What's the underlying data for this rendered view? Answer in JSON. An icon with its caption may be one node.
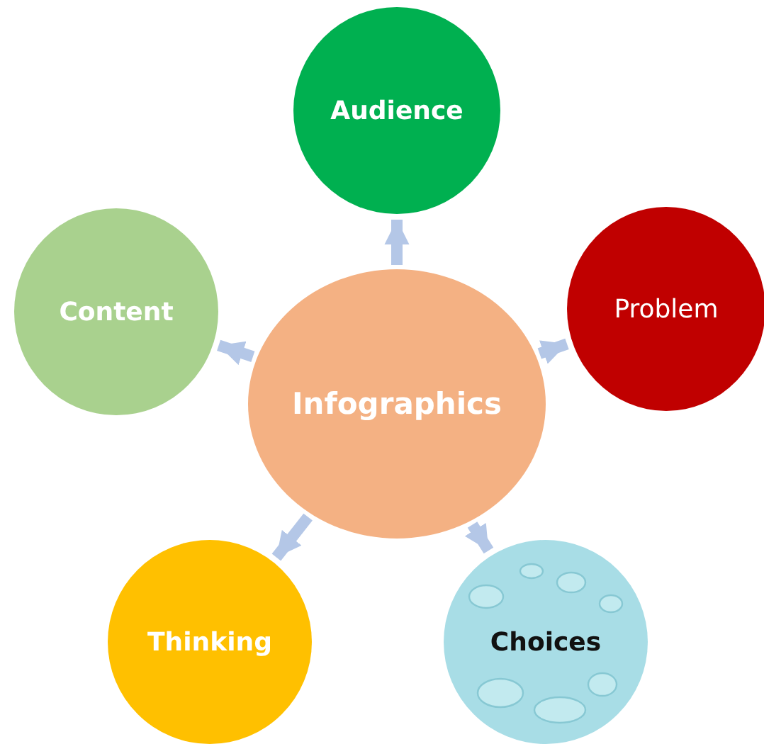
{
  "diagram": {
    "nodes": [
      {
        "text": [
          "Infographics"
        ]
      },
      {
        "text": [
          "Audience"
        ]
      },
      {
        "text": [
          "Problem"
        ]
      },
      {
        "text": [
          "Choices"
        ]
      },
      {
        "text": [
          "Thinking"
        ]
      },
      {
        "text": [
          "Content"
        ]
      }
    ],
    "edges": [
      {
        "from": 0,
        "to": 1,
        "arrow": "to"
      },
      {
        "from": 0,
        "to": 2,
        "arrow": "to"
      },
      {
        "from": 0,
        "to": 3,
        "arrow": "to"
      },
      {
        "from": 0,
        "to": 4,
        "arrow": "to"
      },
      {
        "from": 0,
        "to": 5,
        "arrow": "to"
      }
    ]
  }
}
